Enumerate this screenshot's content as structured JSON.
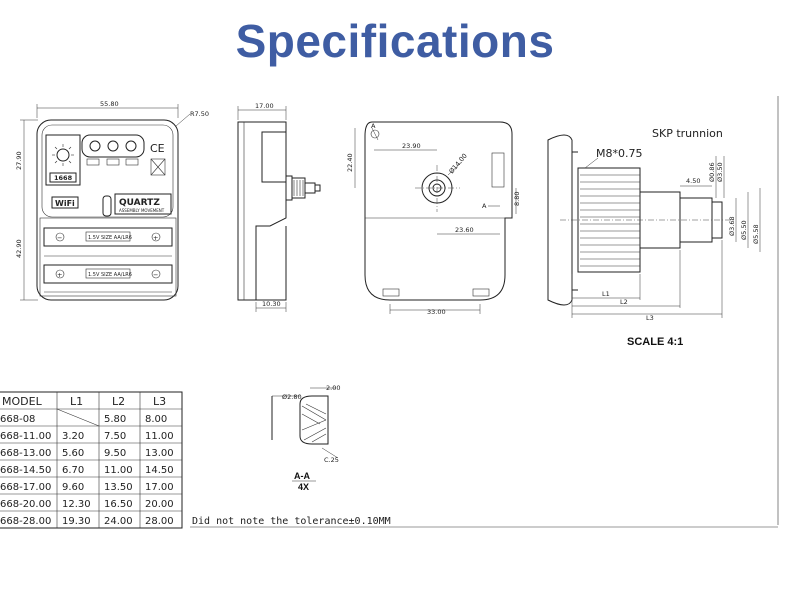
{
  "heading": "Specifications",
  "front_view": {
    "width": "55.80",
    "radius": "R7.50",
    "height_top": "27.90",
    "height_bottom": "42.90",
    "model": "1668",
    "wifi": "WiFi",
    "quartz": "QUARTZ",
    "quartz_sub": "ASSEMBLY MOVEMENT",
    "battery_label": "1.5V SIZE AA/LR6",
    "plus": "+",
    "minus": "−"
  },
  "side_view": {
    "depth": "17.00",
    "base": "10.30"
  },
  "back_view": {
    "offset_x": "23.90",
    "offset_y": "22.40",
    "hole_dia": "Ø14.00",
    "offset_x2": "23.60",
    "offset_y2": "8.80",
    "width": "33.00",
    "section_letter": "A"
  },
  "trunnion": {
    "title": "SKP trunnion",
    "thread": "M8*0.75",
    "d450": "4.50",
    "dia_top": "Ø0.86",
    "dia_mid": "Ø3.50",
    "dia_a": "Ø3.68",
    "dia_b": "Ø5.50",
    "dia_c": "Ø5.58",
    "l1": "L1",
    "l2": "L2",
    "l3": "L3",
    "scale": "SCALE 4:1"
  },
  "section_detail": {
    "dim_top": "2.00",
    "dim_dia": "Ø2.80",
    "chamfer": "C.25",
    "label": "A-A",
    "scale": "4X"
  },
  "table": {
    "headers": [
      "MODEL",
      "L1",
      "L2",
      "L3"
    ],
    "rows": [
      [
        "668-08",
        "",
        "5.80",
        "8.00"
      ],
      [
        "668-11.00",
        "3.20",
        "7.50",
        "11.00"
      ],
      [
        "668-13.00",
        "5.60",
        "9.50",
        "13.00"
      ],
      [
        "668-14.50",
        "6.70",
        "11.00",
        "14.50"
      ],
      [
        "668-17.00",
        "9.60",
        "13.50",
        "17.00"
      ],
      [
        "668-20.00",
        "12.30",
        "16.50",
        "20.00"
      ],
      [
        "668-28.00",
        "19.30",
        "24.00",
        "28.00"
      ]
    ]
  },
  "tolerance_note": "Did not note the tolerance±0.10MM"
}
